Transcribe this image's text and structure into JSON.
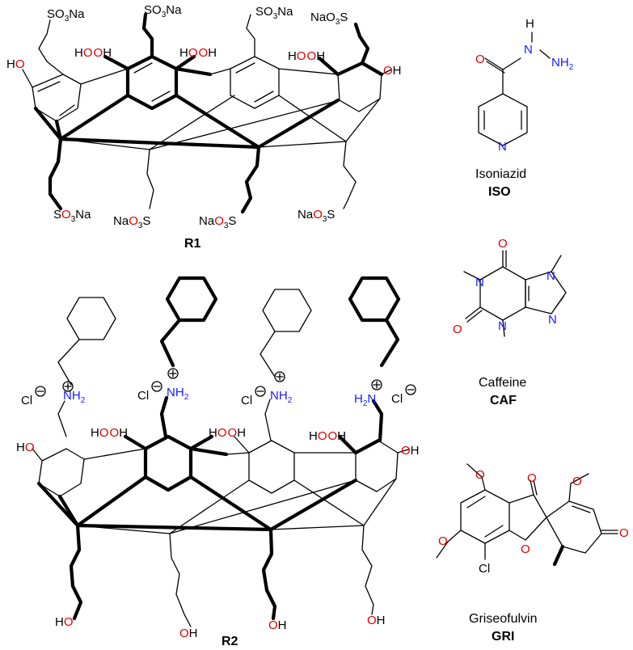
{
  "compounds": {
    "r1": {
      "id": "R1"
    },
    "r2": {
      "id": "R2"
    },
    "iso": {
      "name": "Isoniazid",
      "abbr": "ISO"
    },
    "caf": {
      "name": "Caffeine",
      "abbr": "CAF"
    },
    "gri": {
      "name": "Griseofulvin",
      "abbr": "GRI"
    }
  },
  "atoms": {
    "so3na": "SO3Na",
    "naso3": "NaO3S",
    "na": "Na",
    "oh": "OH",
    "ho": "HO",
    "hooh": "HO OH",
    "o": "O",
    "n": "N",
    "h": "H",
    "nh2": "NH2",
    "cl": "Cl",
    "charge_plus": "+",
    "charge_minus": "−"
  },
  "colors": {
    "oxygen": "#e00000",
    "nitrogen": "#1a1aff",
    "carbon": "#000000"
  }
}
